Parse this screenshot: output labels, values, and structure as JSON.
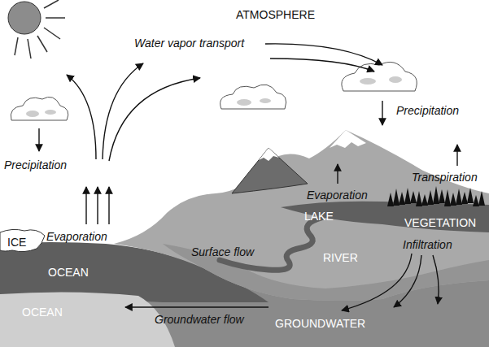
{
  "diagram": {
    "labels": [
      "ATMOSPHERE",
      "Water vapor transport",
      "Precipitation",
      "Precipitation",
      "Transpiration",
      "Evaporation",
      "LAKE",
      "VEGETATION",
      "ICE",
      "Evaporation",
      "Infiltration",
      "Surface flow",
      "RIVER",
      "OCEAN",
      "OCEAN",
      "Groundwater flow",
      "GROUNDWATER"
    ]
  }
}
